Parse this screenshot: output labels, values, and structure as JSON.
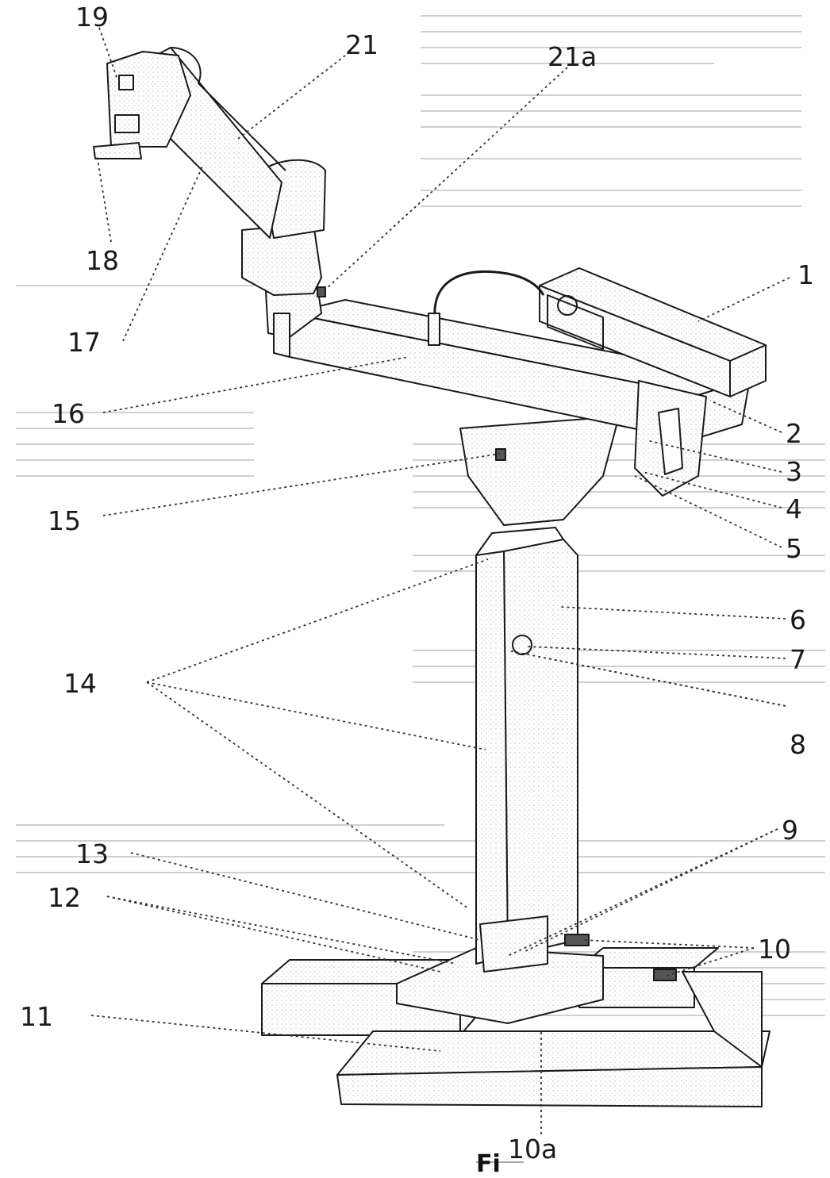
{
  "figure": {
    "labels": {
      "l1": "1",
      "l2": "2",
      "l3": "3",
      "l4": "4",
      "l5": "5",
      "l6": "6",
      "l7": "7",
      "l8": "8",
      "l9": "9",
      "l10": "10",
      "l10a": "10a",
      "l11": "11",
      "l12": "12",
      "l13": "13",
      "l14": "14",
      "l15": "15",
      "l16": "16",
      "l17": "17",
      "l18": "18",
      "l19": "19",
      "l21": "21",
      "l21a": "21a"
    },
    "caption": "Fi"
  },
  "colors": {
    "ink": "#1a1a1a",
    "paper": "#ffffff",
    "speckle": "#8a8a8a"
  }
}
